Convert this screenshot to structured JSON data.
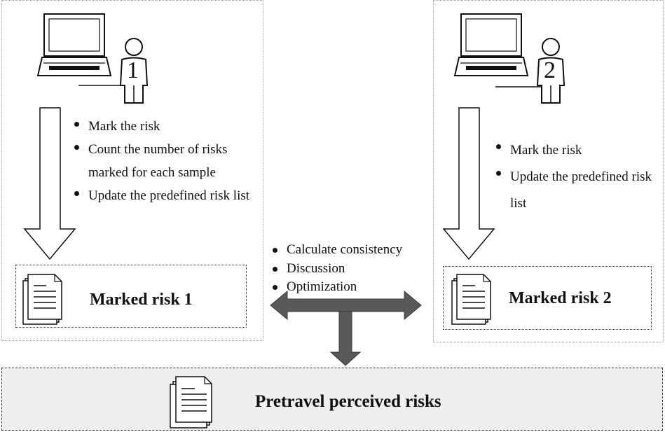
{
  "left_panel": {
    "person_number": "1",
    "bullets": [
      "Mark the risk",
      "Count the number of risks marked for each sample",
      "Update the predefined risk list"
    ],
    "output_label": "Marked risk 1"
  },
  "right_panel": {
    "person_number": "2",
    "bullets": [
      "Mark the risk",
      "Update the predefined risk list"
    ],
    "output_label": "Marked risk 2"
  },
  "middle": {
    "bullets": [
      "Calculate consistency",
      "Discussion",
      "Optimization"
    ]
  },
  "result": {
    "label": "Pretravel perceived risks"
  },
  "icons": [
    "computer-icon",
    "person-icon",
    "document-icon",
    "down-arrow",
    "double-arrow"
  ],
  "colors": {
    "arrow_fill": "#595959",
    "result_fill": "#efefef"
  }
}
